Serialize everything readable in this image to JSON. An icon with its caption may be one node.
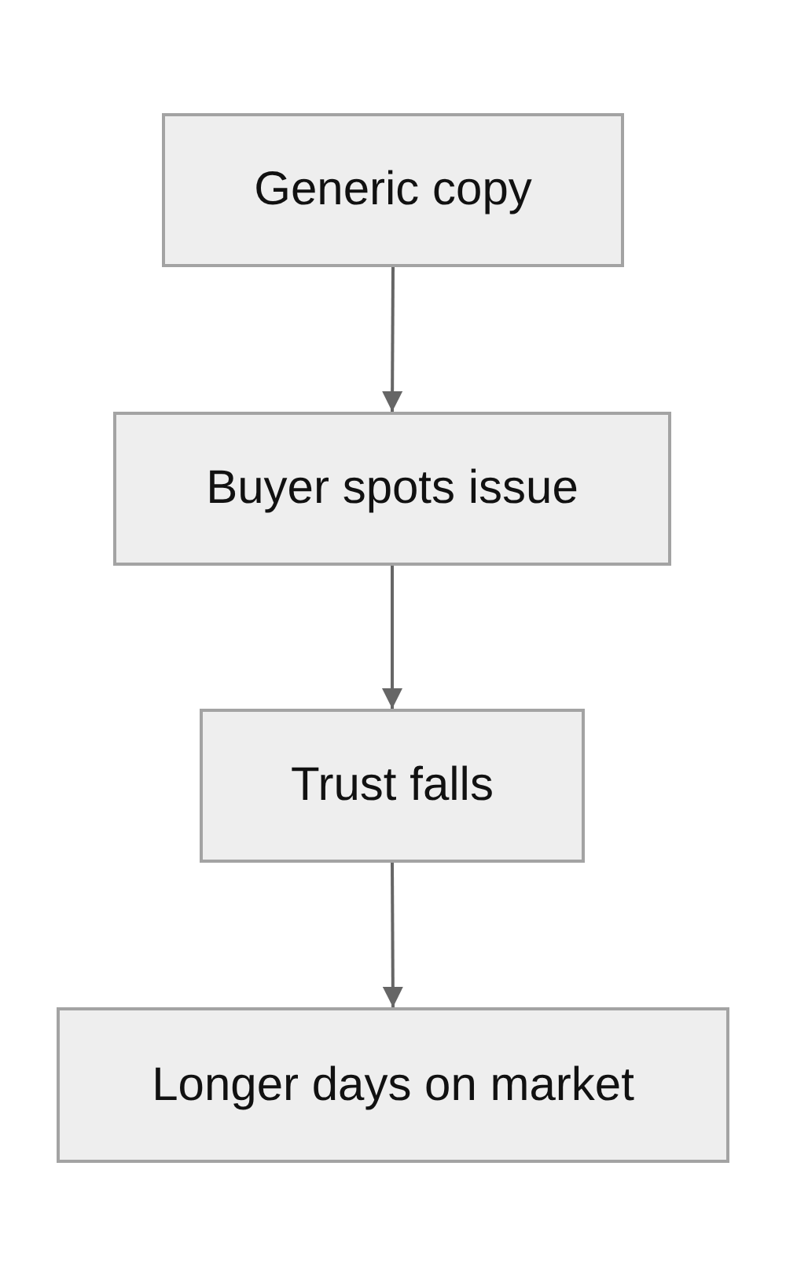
{
  "diagram": {
    "nodes": [
      {
        "text": [
          "Generic copy"
        ]
      },
      {
        "text": [
          "Buyer spots issue"
        ]
      },
      {
        "text": [
          "Trust falls"
        ]
      },
      {
        "text": [
          "Longer days on market"
        ]
      }
    ],
    "edges": [
      {
        "from": 0,
        "to": 1,
        "arrow": "to"
      },
      {
        "from": 1,
        "to": 2,
        "arrow": "to"
      },
      {
        "from": 2,
        "to": 3,
        "arrow": "to"
      }
    ]
  }
}
